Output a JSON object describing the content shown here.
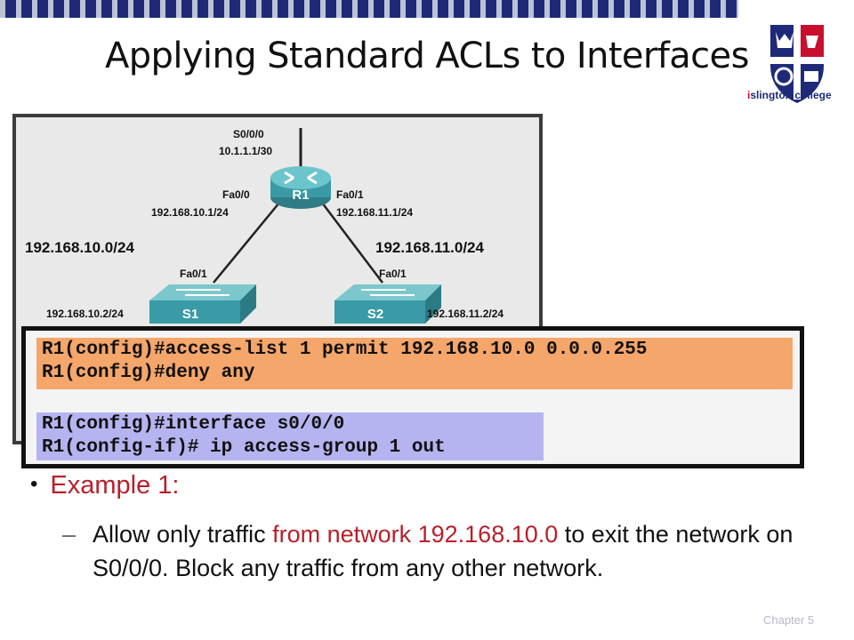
{
  "title": "Applying Standard ACLs to Interfaces",
  "logo": {
    "prefix": "i",
    "name": "slington college"
  },
  "diagram": {
    "router": {
      "name": "R1",
      "serial_if": "S0/0/0",
      "serial_ip": "10.1.1.1/30",
      "left_if": "Fa0/0",
      "left_ip": "192.168.10.1/24",
      "right_if": "Fa0/1",
      "right_ip": "192.168.11.1/24"
    },
    "left_network": "192.168.10.0/24",
    "right_network": "192.168.11.0/24",
    "switch_left": {
      "name": "S1",
      "port": "Fa0/1",
      "ip": "192.168.10.2/24"
    },
    "switch_right": {
      "name": "S2",
      "port": "Fa0/1",
      "ip": "192.168.11.2/24"
    }
  },
  "cli": {
    "block1": [
      "R1(config)#access-list 1 permit 192.168.10.0 0.0.0.255",
      "R1(config)#deny any"
    ],
    "block2": [
      "R1(config)#interface s0/0/0",
      "R1(config-if)# ip access-group 1 out"
    ]
  },
  "bullet": "Example 1:",
  "sub": {
    "dash": "–",
    "part1": "Allow only traffic ",
    "highlight": "from network 192.168.10.0",
    "part2": " to exit the network on S0/0/0.  Block any traffic from any other network."
  },
  "footer": "Chapter 5",
  "colors": {
    "stripe_dark": "#1e2a78",
    "accent_red": "#b8202b",
    "cli_orange": "#f5a66a",
    "cli_blue": "#b5b4f0"
  }
}
